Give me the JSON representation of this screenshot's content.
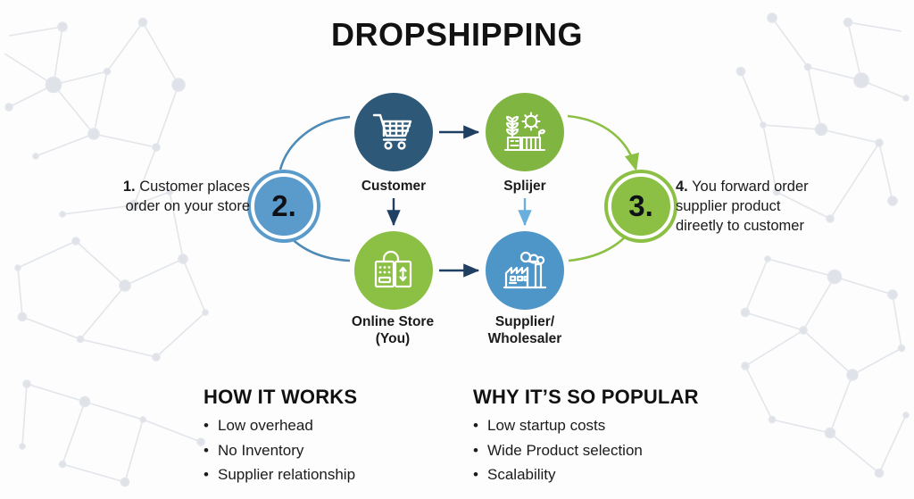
{
  "page": {
    "title": "DROPSHIPPING",
    "background_color": "#fdfdfd"
  },
  "colors": {
    "navy": "#2d5878",
    "green": "#8cc044",
    "green_dark": "#81b541",
    "blue": "#4e95c8",
    "blue_badge": "#5a9bcb",
    "text": "#1b1b1b"
  },
  "diagram": {
    "nodes": [
      {
        "id": "customer",
        "label": "Customer",
        "icon": "shopping-cart-icon",
        "color": "#2d5878"
      },
      {
        "id": "splijer",
        "label": "Splijer",
        "icon": "factory-farm-icon",
        "color": "#81b541"
      },
      {
        "id": "online_store",
        "label_line1": "Online Store",
        "label_line2": "(You)",
        "icon": "storefront-icon",
        "color": "#8cc044"
      },
      {
        "id": "supplier",
        "label_line1": "Supplier/",
        "label_line2": "Wholesaler",
        "icon": "factory-smoke-icon",
        "color": "#4e95c8"
      }
    ],
    "badges": [
      {
        "id": "step-2",
        "label": "2.",
        "color": "#5a9bcb"
      },
      {
        "id": "step-3",
        "label": "3.",
        "color": "#8cc044"
      }
    ],
    "steps": {
      "left": {
        "number": "1.",
        "text": "Customer places order on your store"
      },
      "right": {
        "number": "4.",
        "line1": "You forward order",
        "line2": "supplier product",
        "line3": "direetly to customer"
      }
    },
    "arrows": [
      {
        "id": "customer-to-splijer",
        "direction": "right",
        "color": "#1f3f63"
      },
      {
        "id": "customer-to-store",
        "direction": "down",
        "color": "#1f3f63"
      },
      {
        "id": "splijer-to-supplier",
        "direction": "down",
        "color": "#6aaedd"
      },
      {
        "id": "store-to-supplier",
        "direction": "right",
        "color": "#1f3f63"
      },
      {
        "id": "customer-to-badge2-arc",
        "direction": "curve-left",
        "color": "#4e8ab5"
      },
      {
        "id": "store-to-badge2-arc",
        "direction": "curve-left-up",
        "color": "#4e8ab5"
      },
      {
        "id": "splijer-to-badge3-arc",
        "direction": "curve-right-down",
        "color": "#8cc044"
      },
      {
        "id": "supplier-to-badge3-arc",
        "direction": "curve-right-up",
        "color": "#8cc044"
      }
    ]
  },
  "footer": {
    "columns": [
      {
        "id": "how-it-works",
        "heading": "HOW IT WORKS",
        "items": [
          "Low overhead",
          "No Inventory",
          "Supplier relationship"
        ]
      },
      {
        "id": "why-popular",
        "heading": "WHY IT’S SO POPULAR",
        "items": [
          "Low startup costs",
          "Wide Product selection",
          "Scalability"
        ]
      }
    ]
  }
}
